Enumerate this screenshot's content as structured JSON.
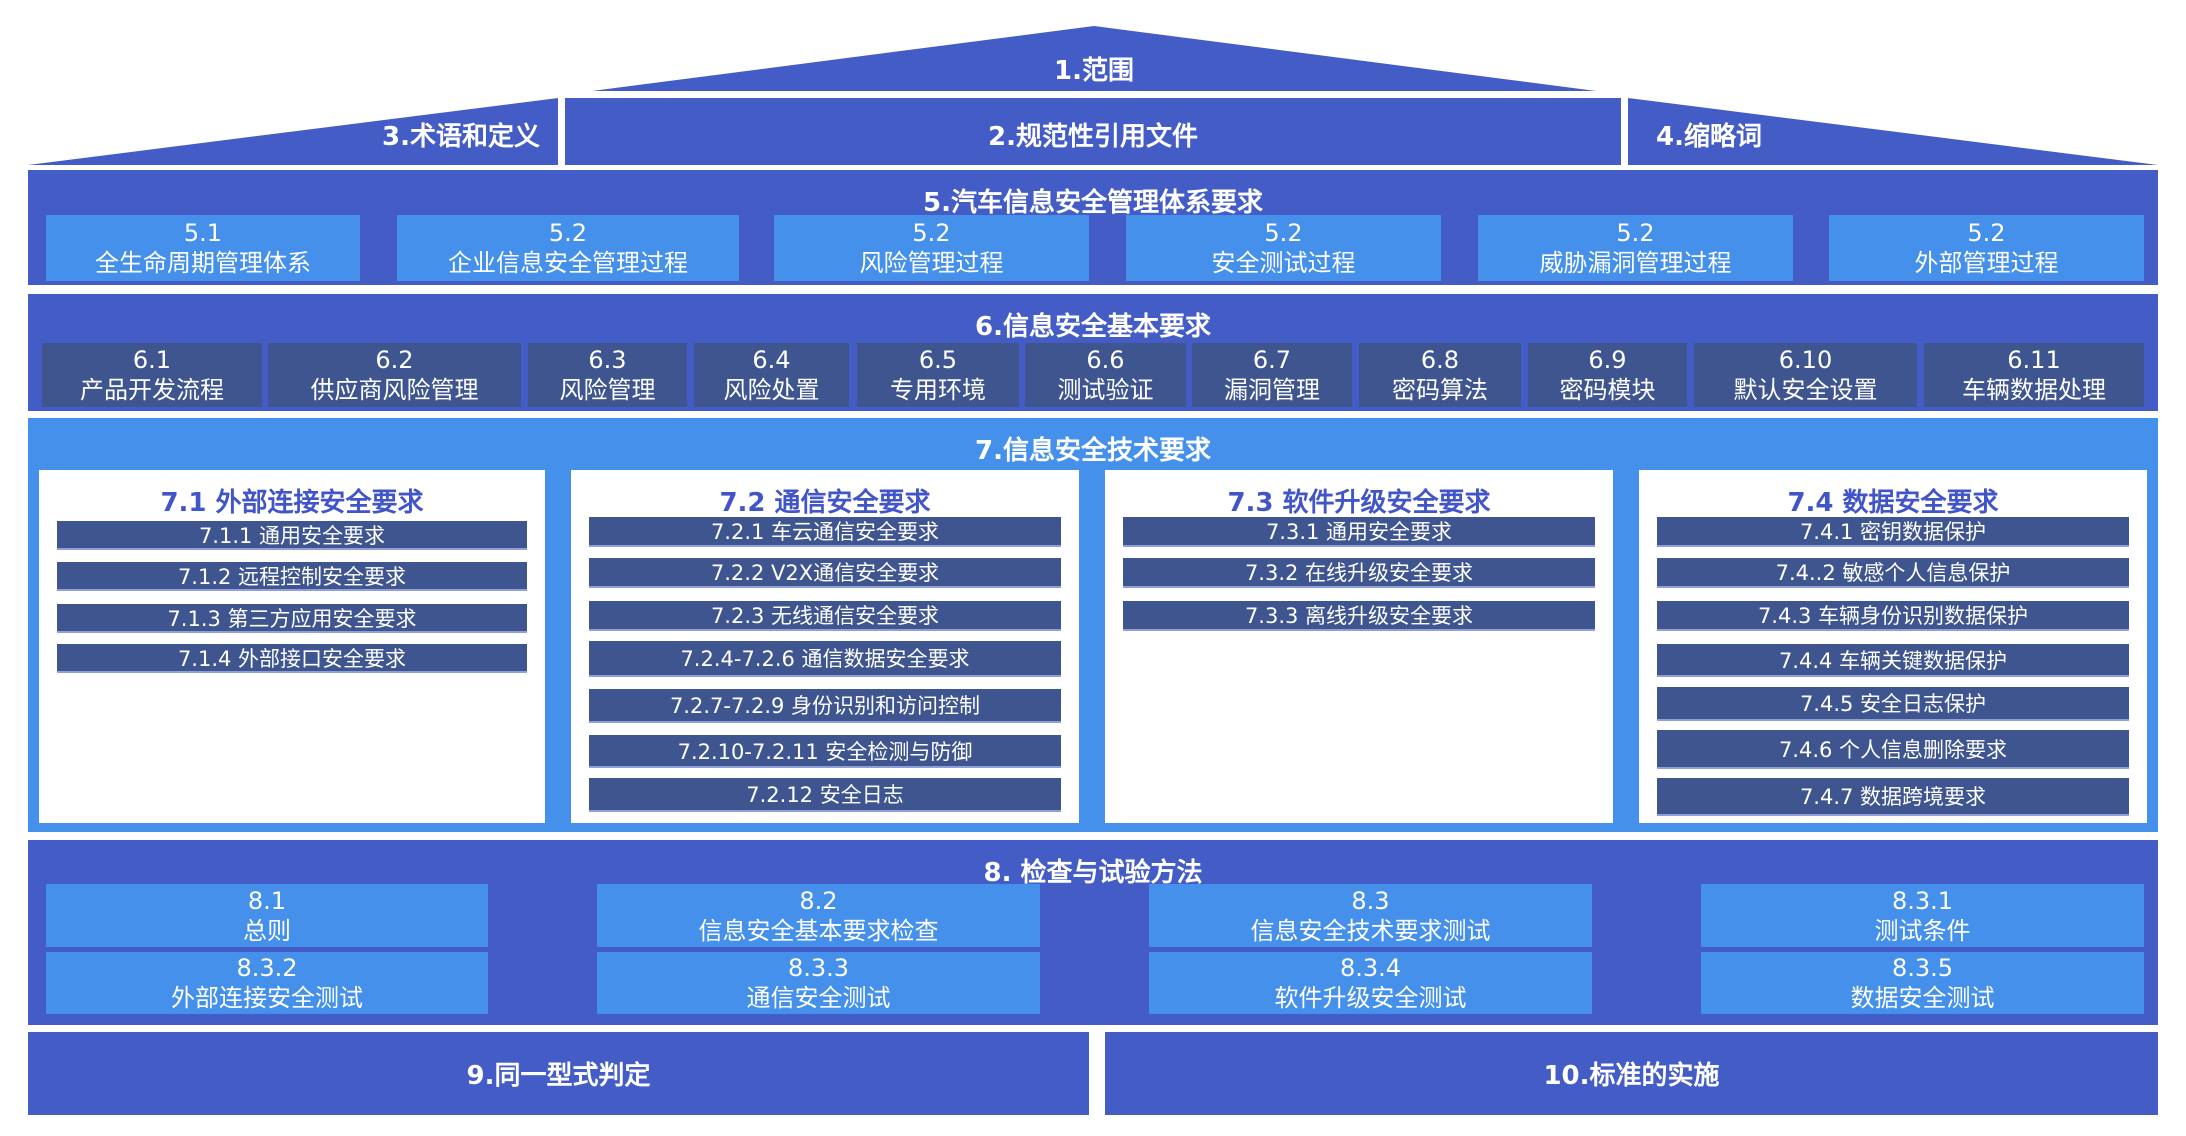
{
  "colors": {
    "dark": "#445cc6",
    "light": "#4490ea",
    "slate": "#3e5590",
    "panel_title": "#4255c8"
  },
  "roof": {
    "s1": "1.范围",
    "s2": "2.规范性引用文件",
    "s3": "3.术语和定义",
    "s4": "4.缩略词"
  },
  "s5": {
    "title": "5.汽车信息安全管理体系要求",
    "items": [
      {
        "num": "5.1",
        "label": "全生命周期管理体系"
      },
      {
        "num": "5.2",
        "label": "企业信息安全管理过程"
      },
      {
        "num": "5.2",
        "label": "风险管理过程"
      },
      {
        "num": "5.2",
        "label": "安全测试过程"
      },
      {
        "num": "5.2",
        "label": "威胁漏洞管理过程"
      },
      {
        "num": "5.2",
        "label": "外部管理过程"
      }
    ]
  },
  "s6": {
    "title": "6.信息安全基本要求",
    "items": [
      {
        "num": "6.1",
        "label": "产品开发流程"
      },
      {
        "num": "6.2",
        "label": "供应商风险管理"
      },
      {
        "num": "6.3",
        "label": "风险管理"
      },
      {
        "num": "6.4",
        "label": "风险处置"
      },
      {
        "num": "6.5",
        "label": "专用环境"
      },
      {
        "num": "6.6",
        "label": "测试验证"
      },
      {
        "num": "6.7",
        "label": "漏洞管理"
      },
      {
        "num": "6.8",
        "label": "密码算法"
      },
      {
        "num": "6.9",
        "label": "密码模块"
      },
      {
        "num": "6.10",
        "label": "默认安全设置"
      },
      {
        "num": "6.11",
        "label": "车辆数据处理"
      }
    ]
  },
  "s7": {
    "title": "7.信息安全技术要求",
    "panels": [
      {
        "title": "7.1 外部连接安全要求",
        "items": [
          "7.1.1 通用安全要求",
          "7.1.2 远程控制安全要求",
          "7.1.3 第三方应用安全要求",
          "7.1.4 外部接口安全要求"
        ]
      },
      {
        "title": "7.2 通信安全要求",
        "items": [
          "7.2.1 车云通信安全要求",
          "7.2.2 V2X通信安全要求",
          "7.2.3 无线通信安全要求",
          "7.2.4-7.2.6 通信数据安全要求",
          "7.2.7-7.2.9 身份识别和访问控制",
          "7.2.10-7.2.11 安全检测与防御",
          "7.2.12 安全日志"
        ]
      },
      {
        "title": "7.3 软件升级安全要求",
        "items": [
          "7.3.1 通用安全要求",
          "7.3.2 在线升级安全要求",
          "7.3.3 离线升级安全要求"
        ]
      },
      {
        "title": "7.4 数据安全要求",
        "items": [
          "7.4.1 密钥数据保护",
          "7.4..2 敏感个人信息保护",
          "7.4.3 车辆身份识别数据保护",
          "7.4.4 车辆关键数据保护",
          "7.4.5 安全日志保护",
          "7.4.6 个人信息删除要求",
          "7.4.7 数据跨境要求"
        ]
      }
    ]
  },
  "s8": {
    "title": "8. 检查与试验方法",
    "items": [
      {
        "num": "8.1",
        "label": "总则"
      },
      {
        "num": "8.2",
        "label": "信息安全基本要求检查"
      },
      {
        "num": "8.3",
        "label": "信息安全技术要求测试"
      },
      {
        "num": "8.3.1",
        "label": "测试条件"
      },
      {
        "num": "8.3.2",
        "label": "外部连接安全测试"
      },
      {
        "num": "8.3.3",
        "label": "通信安全测试"
      },
      {
        "num": "8.3.4",
        "label": "软件升级安全测试"
      },
      {
        "num": "8.3.5",
        "label": "数据安全测试"
      }
    ]
  },
  "s9": {
    "title": "9.同一型式判定"
  },
  "s10": {
    "title": "10.标准的实施"
  }
}
